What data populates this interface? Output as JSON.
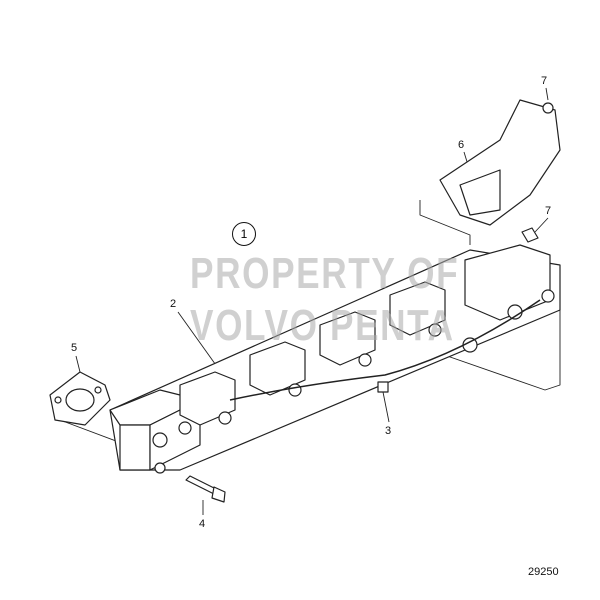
{
  "diagram": {
    "watermark": [
      "PROPERTY OF",
      "VOLVO PENTA"
    ],
    "callouts": {
      "assembly": "1",
      "pipe": "2",
      "sensor": "3",
      "bolt": "4",
      "gasket": "5",
      "heat_shield": "6",
      "screw_top": "7",
      "screw_bottom": "7"
    },
    "figure_number": "29250"
  }
}
